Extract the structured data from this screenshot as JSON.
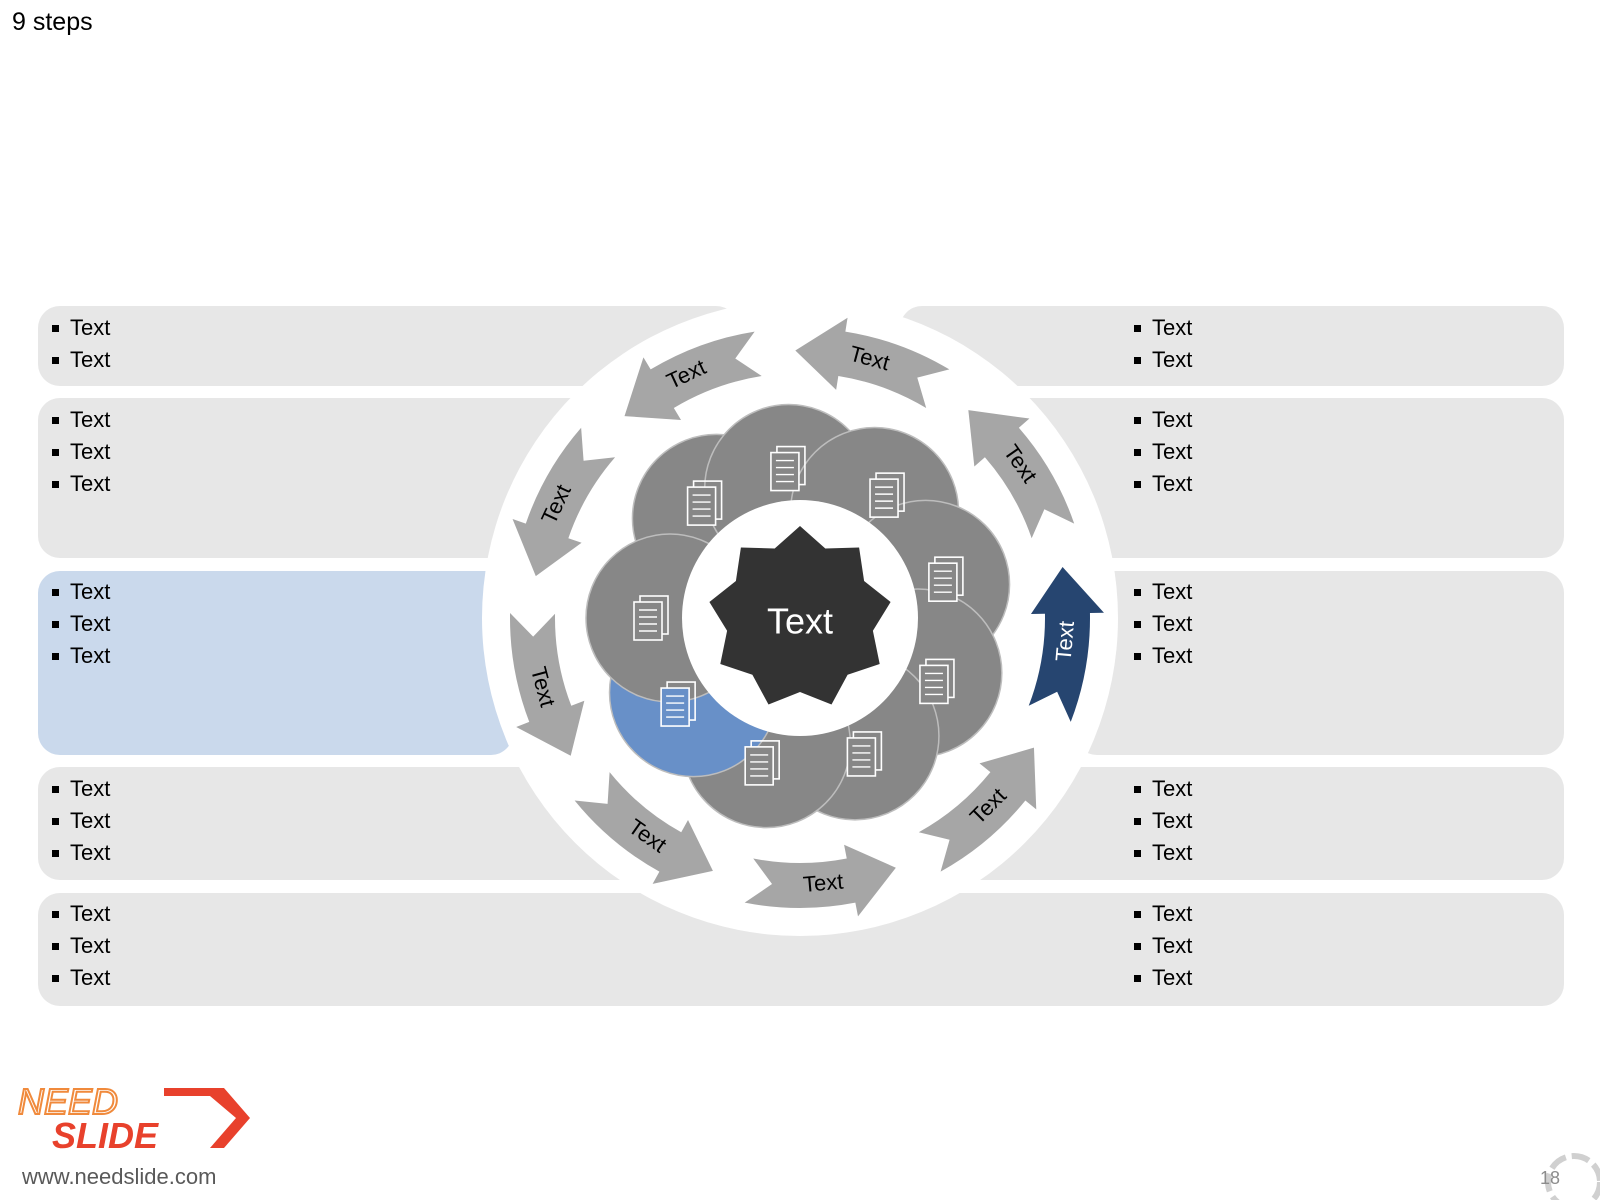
{
  "slide": {
    "title": "9 steps",
    "page_number": "18",
    "website": "www.needslide.com",
    "logo_text": [
      "NEED",
      "SLIDE"
    ]
  },
  "center": {
    "label": "Text"
  },
  "steps": [
    {
      "label": "Text"
    },
    {
      "label": "Text"
    },
    {
      "label": "Text"
    },
    {
      "label": "Text"
    },
    {
      "label": "Text"
    },
    {
      "label": "Text"
    },
    {
      "label": "Text"
    },
    {
      "label": "Text"
    },
    {
      "label": "Text"
    }
  ],
  "panels": [
    {
      "items": [
        "Text",
        "Text"
      ]
    },
    {
      "items": [
        "Text",
        "Text",
        "Text"
      ]
    },
    {
      "items": [
        "Text",
        "Text",
        "Text"
      ]
    },
    {
      "items": [
        "Text",
        "Text",
        "Text"
      ]
    },
    {
      "items": [
        "Text",
        "Text",
        "Text"
      ]
    },
    {
      "items": [
        "Text",
        "Text"
      ]
    },
    {
      "items": [
        "Text",
        "Text",
        "Text"
      ]
    },
    {
      "items": [
        "Text",
        "Text",
        "Text"
      ]
    },
    {
      "items": [
        "Text",
        "Text",
        "Text"
      ]
    },
    {
      "items": [
        "Text",
        "Text",
        "Text"
      ]
    }
  ],
  "active_step": 4,
  "colors": {
    "accent": "#264570",
    "accent_light": "#cad9ec",
    "petal": "#878787",
    "petal_active": "#6890c8",
    "arrow": "#a6a6a6",
    "center": "#333333",
    "panel": "#e7e7e7"
  }
}
